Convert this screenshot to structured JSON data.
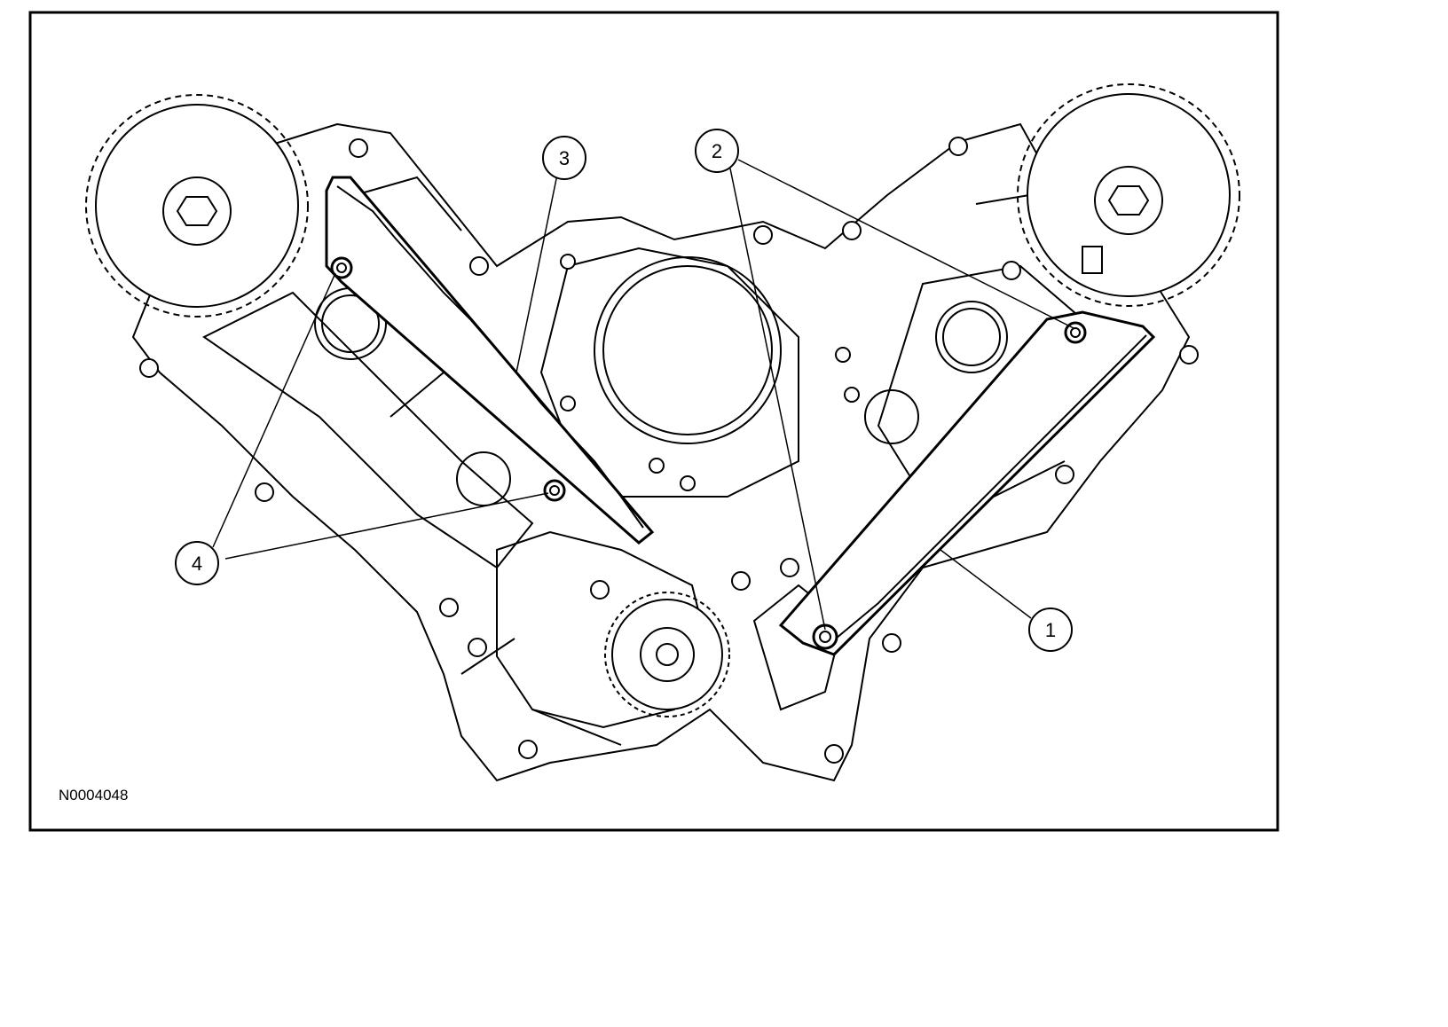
{
  "figure": {
    "id_label": "N0004048",
    "callouts": [
      {
        "label": "1",
        "part": "tensioner-arm-right"
      },
      {
        "label": "2",
        "part": "bolt-right"
      },
      {
        "label": "3",
        "part": "tensioner-arm-left"
      },
      {
        "label": "4",
        "part": "bolt-left"
      }
    ]
  },
  "colors": {
    "line": "#000000",
    "background": "#ffffff"
  }
}
